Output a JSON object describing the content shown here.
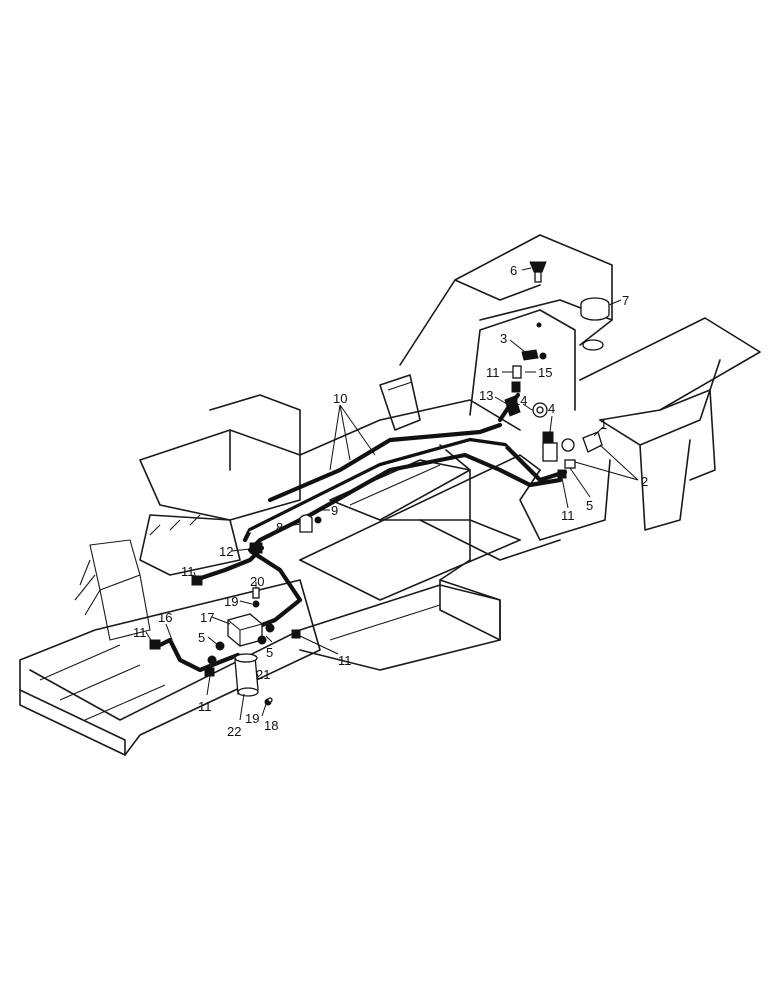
{
  "diagram": {
    "callouts": [
      {
        "id": "c1",
        "text": "1"
      },
      {
        "id": "c2",
        "text": "2"
      },
      {
        "id": "c3",
        "text": "3"
      },
      {
        "id": "c4",
        "text": "4"
      },
      {
        "id": "c5a",
        "text": "5"
      },
      {
        "id": "c5b",
        "text": "5"
      },
      {
        "id": "c5c",
        "text": "5"
      },
      {
        "id": "c6",
        "text": "6"
      },
      {
        "id": "c7",
        "text": "7"
      },
      {
        "id": "c8",
        "text": "8"
      },
      {
        "id": "c9",
        "text": "9"
      },
      {
        "id": "c10",
        "text": "10"
      },
      {
        "id": "c11a",
        "text": "11"
      },
      {
        "id": "c11b",
        "text": "11"
      },
      {
        "id": "c11c",
        "text": "11"
      },
      {
        "id": "c11d",
        "text": "11"
      },
      {
        "id": "c11e",
        "text": "11"
      },
      {
        "id": "c11f",
        "text": "11"
      },
      {
        "id": "c12",
        "text": "12"
      },
      {
        "id": "c13",
        "text": "13"
      },
      {
        "id": "c14",
        "text": "14"
      },
      {
        "id": "c15",
        "text": "15"
      },
      {
        "id": "c16",
        "text": "16"
      },
      {
        "id": "c17",
        "text": "17"
      },
      {
        "id": "c18",
        "text": "18"
      },
      {
        "id": "c19a",
        "text": "19"
      },
      {
        "id": "c19b",
        "text": "19"
      },
      {
        "id": "c20",
        "text": "20"
      },
      {
        "id": "c21",
        "text": "21"
      },
      {
        "id": "c22",
        "text": "22"
      }
    ]
  }
}
